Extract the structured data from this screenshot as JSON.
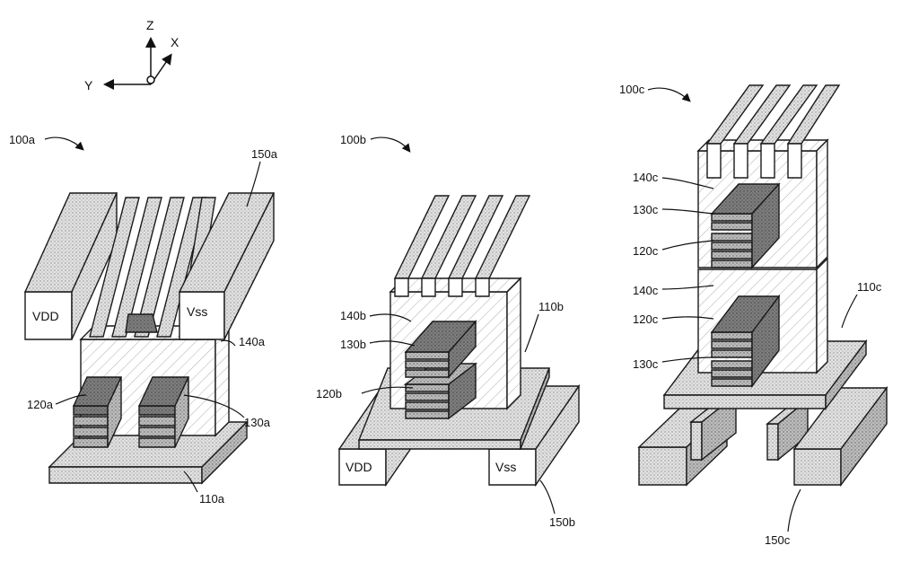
{
  "axes": {
    "z": "Z",
    "x": "X",
    "y": "Y"
  },
  "structures": [
    {
      "ref": "100a",
      "labels": {
        "rail": "150a",
        "gate": "140a",
        "left_stack": "120a",
        "right_stack": "130a",
        "substrate": "110a"
      },
      "rail_texts": {
        "vdd": "VDD",
        "vss": "Vss"
      }
    },
    {
      "ref": "100b",
      "labels": {
        "gate": "140b",
        "upper_stack": "130b",
        "lower_stack": "120b",
        "substrate": "110b",
        "rail": "150b"
      },
      "rail_texts": {
        "vdd": "VDD",
        "vss": "Vss"
      }
    },
    {
      "ref": "100c",
      "labels": {
        "upper_gate": "140c",
        "upper_top_stack": "130c",
        "upper_bottom_stack": "120c",
        "lower_gate": "140c",
        "lower_top_stack": "120c",
        "lower_bottom_stack": "130c",
        "substrate": "110c",
        "rail": "150c"
      }
    }
  ],
  "colors": {
    "stroke": "#1a1a1a",
    "light": "#e6e6e6",
    "mid": "#cfcfcf",
    "dark": "#8c8c8c",
    "darkest": "#5a5a5a"
  }
}
